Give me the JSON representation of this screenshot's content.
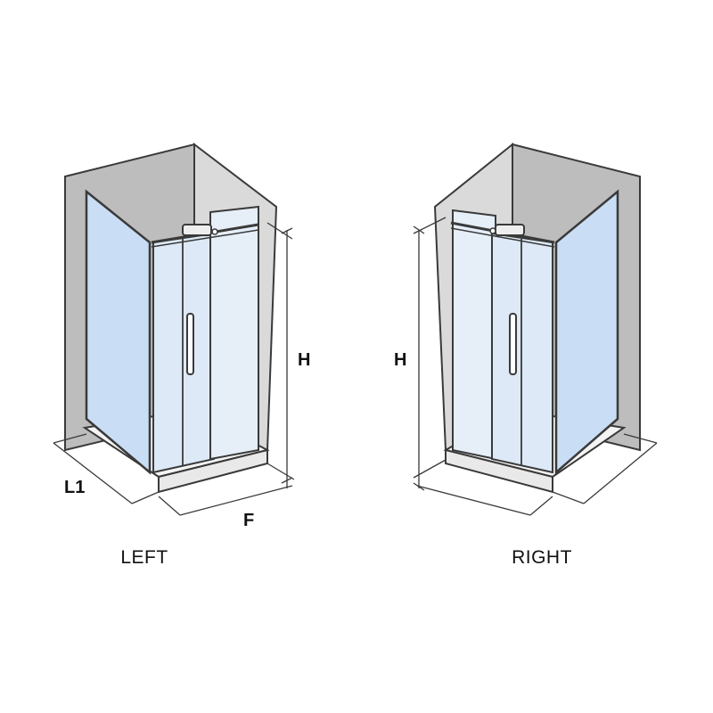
{
  "diagrams": [
    {
      "caption": "LEFT",
      "dims": {
        "height": "H",
        "side": "L1",
        "front": "F"
      }
    },
    {
      "caption": "RIGHT",
      "dims": {
        "height": "H"
      }
    }
  ],
  "colors": {
    "wall": "#b8b8b8",
    "wall_dark": "#d6d6d6",
    "glass_panel": "#c9ddf5",
    "glass_door": "#dde9f6",
    "outline": "#3a3a3a",
    "tray": "#f2f2f2"
  }
}
